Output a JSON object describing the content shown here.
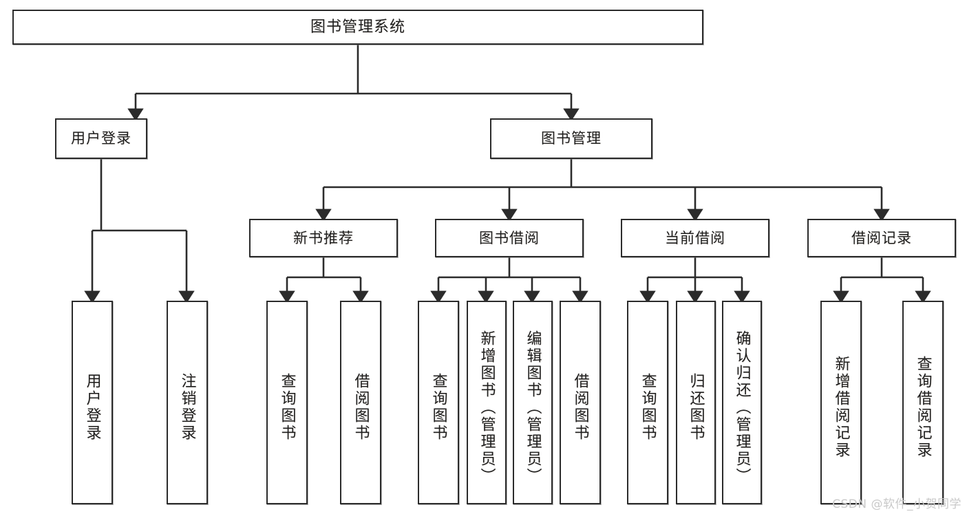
{
  "diagram": {
    "type": "tree-hierarchy-chart",
    "title": "图书管理系统",
    "stroke_color": "#2b2b2b",
    "fill_color": "#ffffff",
    "text_color": "#1f1f1f",
    "nodes": {
      "root": {
        "label": "图书管理系统"
      },
      "level2": [
        {
          "id": "user-login",
          "label": "用户登录"
        },
        {
          "id": "book-manage",
          "label": "图书管理"
        }
      ],
      "level3": [
        {
          "id": "new-book-recommend",
          "label": "新书推荐"
        },
        {
          "id": "book-borrow",
          "label": "图书借阅"
        },
        {
          "id": "current-borrow",
          "label": "当前借阅"
        },
        {
          "id": "borrow-record",
          "label": "借阅记录"
        }
      ],
      "leaves": [
        {
          "id": "leaf-user-login",
          "label": "用户登录",
          "parent": "user-login"
        },
        {
          "id": "leaf-user-logout",
          "label": "注销登录",
          "parent": "user-login"
        },
        {
          "id": "leaf-query-book-1",
          "label": "查询图书",
          "parent": "new-book-recommend"
        },
        {
          "id": "leaf-borrow-book-1",
          "label": "借阅图书",
          "parent": "new-book-recommend"
        },
        {
          "id": "leaf-query-book-2",
          "label": "查询图书",
          "parent": "book-borrow"
        },
        {
          "id": "leaf-add-book",
          "label": "新增图书（管理员）",
          "parent": "book-borrow"
        },
        {
          "id": "leaf-edit-book",
          "label": "编辑图书（管理员）",
          "parent": "book-borrow"
        },
        {
          "id": "leaf-borrow-book-2",
          "label": "借阅图书",
          "parent": "book-borrow"
        },
        {
          "id": "leaf-query-book-3",
          "label": "查询图书",
          "parent": "current-borrow"
        },
        {
          "id": "leaf-return-book",
          "label": "归还图书",
          "parent": "current-borrow"
        },
        {
          "id": "leaf-confirm-return",
          "label": "确认归还（管理员）",
          "parent": "current-borrow"
        },
        {
          "id": "leaf-add-record",
          "label": "新增借阅记录",
          "parent": "borrow-record"
        },
        {
          "id": "leaf-query-record",
          "label": "查询借阅记录",
          "parent": "borrow-record"
        }
      ]
    }
  },
  "watermark": {
    "text": "CSDN @软件_小贺同学"
  }
}
